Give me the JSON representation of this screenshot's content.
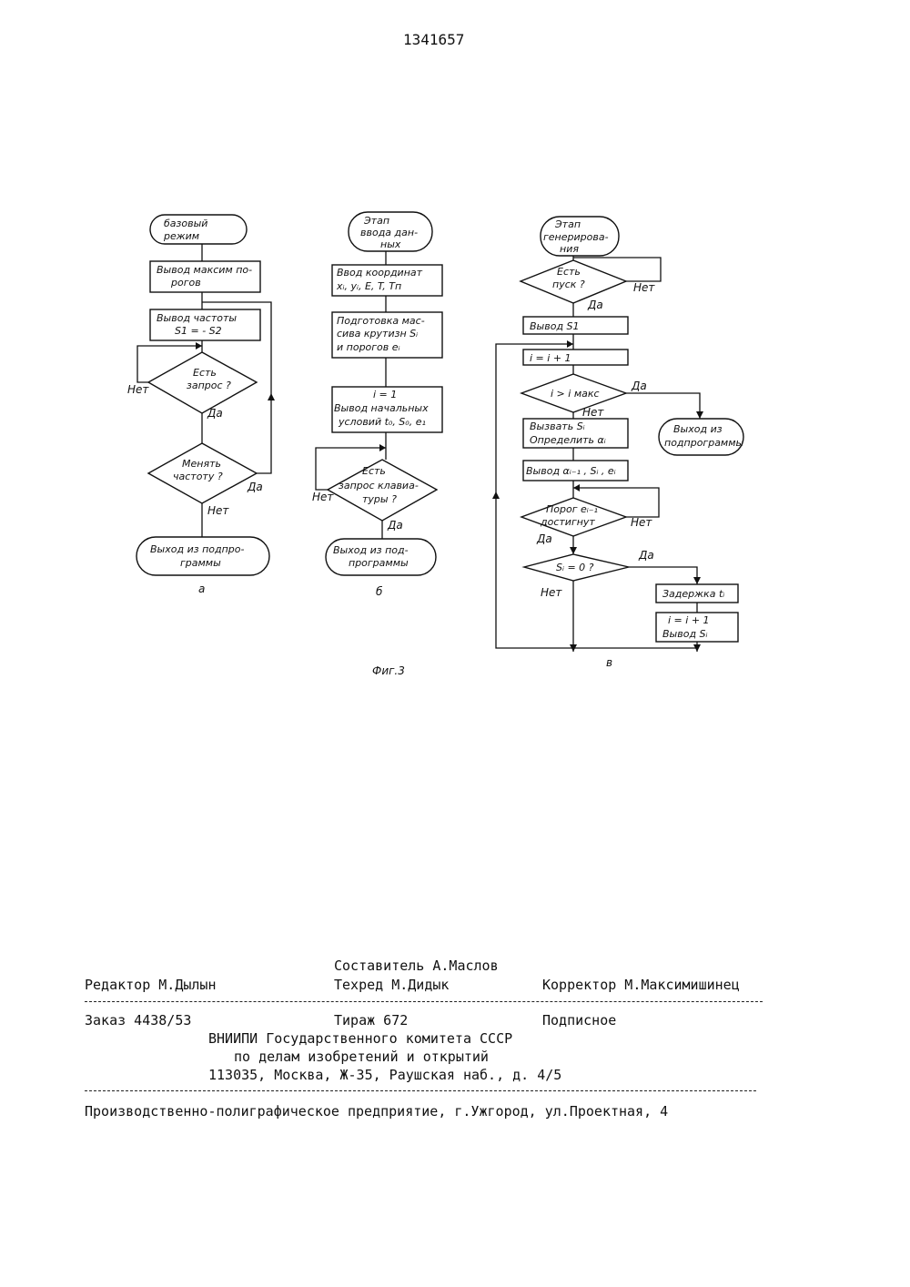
{
  "page_number": "1341657",
  "figure_caption": "Фиг.3",
  "flowchart_a": {
    "sublabel": "а",
    "start": [
      "базовый",
      "режим"
    ],
    "out_max_thresholds": [
      "Вывод максим по-",
      "рогов"
    ],
    "out_frequency": [
      "Вывод частоты",
      "S1 = - S2"
    ],
    "query_decision": [
      "Есть",
      "запрос ?"
    ],
    "change_freq_decision": [
      "Менять",
      "частоту ?"
    ],
    "exit": [
      "Выход из подпро-",
      "граммы"
    ],
    "yes": "Да",
    "no": "Нет",
    "yes2": "Да",
    "no2": "Нет"
  },
  "flowchart_b": {
    "sublabel": "б",
    "start": [
      "Этап",
      "ввода дан-",
      "ных"
    ],
    "input_coords": [
      "Ввод координат",
      "xᵢ, yᵢ, E, T, Tп"
    ],
    "prepare_array": [
      "Подготовка мас-",
      "сива крутизн Sᵢ",
      "и порогов eᵢ"
    ],
    "initial_conditions": [
      "i = 1",
      "Вывод начальных",
      "условий t₀, S₀, e₁"
    ],
    "keyboard_decision": [
      "Есть",
      "запрос клавиа-",
      "туры ?"
    ],
    "exit": [
      "Выход из под-",
      "программы"
    ],
    "yes": "Да",
    "no": "Нет"
  },
  "flowchart_c": {
    "sublabel": "в",
    "start": [
      "Этап",
      "генерирова-",
      "ния"
    ],
    "start_decision": [
      "Есть",
      "пуск ?"
    ],
    "out_s1": "Вывод  S1",
    "increment": "i = i + 1",
    "i_max_decision": "i > i макс",
    "get_si": [
      "Вызвать Sᵢ",
      "Определить αᵢ"
    ],
    "out_alpha": "Вывод αᵢ₋₁ , Sᵢ , eᵢ",
    "threshold_decision": [
      "Порог eᵢ₋₁",
      "достигнут"
    ],
    "si_zero_decision": "Sᵢ = 0 ?",
    "exit": [
      "Выход из",
      "подпрограммы"
    ],
    "delay": "Задержка tᵢ",
    "increment_out": [
      "i = i + 1",
      "Вывод Sᵢ"
    ],
    "yes_start": "Да",
    "no_start": "Нет",
    "yes_imax": "Да",
    "no_imax": "Нет",
    "yes_threshold": "Да",
    "no_threshold": "Нет",
    "yes_si": "Да",
    "no_si": "Нет"
  },
  "colophon": {
    "compiler": "Составитель А.Маслов",
    "editor": "Редактор М.Дылын",
    "techred": "Техред М.Дидык",
    "proofreader": "Корректор М.Максимишинец",
    "order": "Заказ 4438/53",
    "circulation": "Тираж 672",
    "subscription": "Подписное",
    "org_line1": "ВНИИПИ Государственного комитета СССР",
    "org_line2": "по делам изобретений и открытий",
    "address": "113035, Москва, Ж-35, Раушская наб., д. 4/5",
    "printer": "Производственно-полиграфическое предприятие, г.Ужгород, ул.Проектная, 4"
  }
}
